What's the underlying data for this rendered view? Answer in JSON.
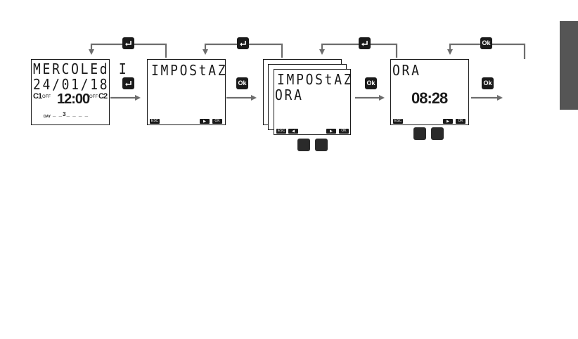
{
  "screen1": {
    "line1": "MERCOLEd I",
    "line2": "24/01/18",
    "c1_label": "C1",
    "c1_state": "OFF",
    "time": "12:00",
    "c2_state": "OFF",
    "c2_label": "C2",
    "day_label": "DAY",
    "day_value": "_ _3_ _ _ _"
  },
  "screen2": {
    "line1": "IMPOStAZ",
    "esc_label": "ESC",
    "ok_label": "OK"
  },
  "screen3": {
    "line1": "IMPOStAZ",
    "line2": "ORA",
    "esc_label": "ESC",
    "ok_label": "OK"
  },
  "screen4": {
    "line1": "ORA",
    "time": "08:28",
    "esc_label": "ESC",
    "ok_label": "OK"
  },
  "keys": {
    "ok": "Ok"
  },
  "colors": {
    "arrow": "#6d6d6d",
    "ink": "#1a1a1a",
    "side_tab": "#555555"
  },
  "icons": {
    "enter": "enter-key-icon",
    "ok": "ok-key-icon",
    "left": "left-triangle-icon",
    "right": "right-triangle-icon"
  }
}
